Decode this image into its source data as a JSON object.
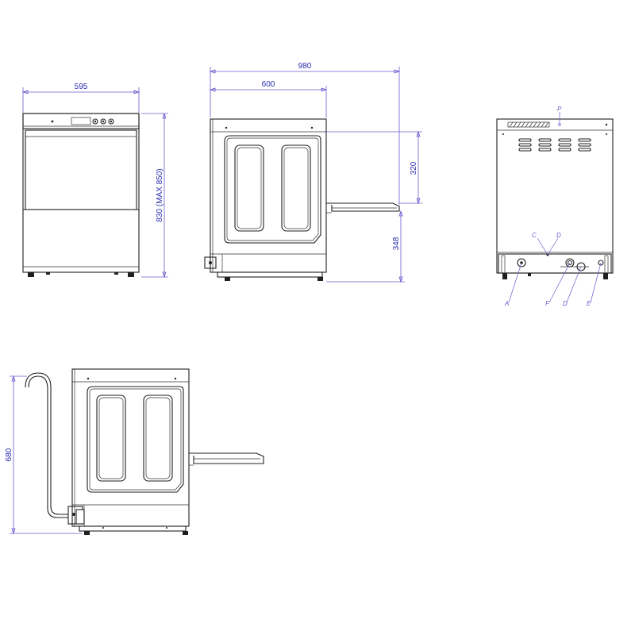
{
  "colors": {
    "object_line": "#1f1f1f",
    "dimension_line": "#6a5acd",
    "dimension_text": "#2b2bb0"
  },
  "dimensions": {
    "front_width": "595",
    "front_height": "830 (MAX 850)",
    "side_total_depth": "980",
    "side_body_depth": "600",
    "side_door_offset": "320",
    "side_rack_height": "348",
    "hose_height": "680"
  },
  "rear_labels": {
    "p": "P",
    "c": "C",
    "d": "D",
    "a": "A",
    "f": "F",
    "d2": "D",
    "e": "E"
  }
}
